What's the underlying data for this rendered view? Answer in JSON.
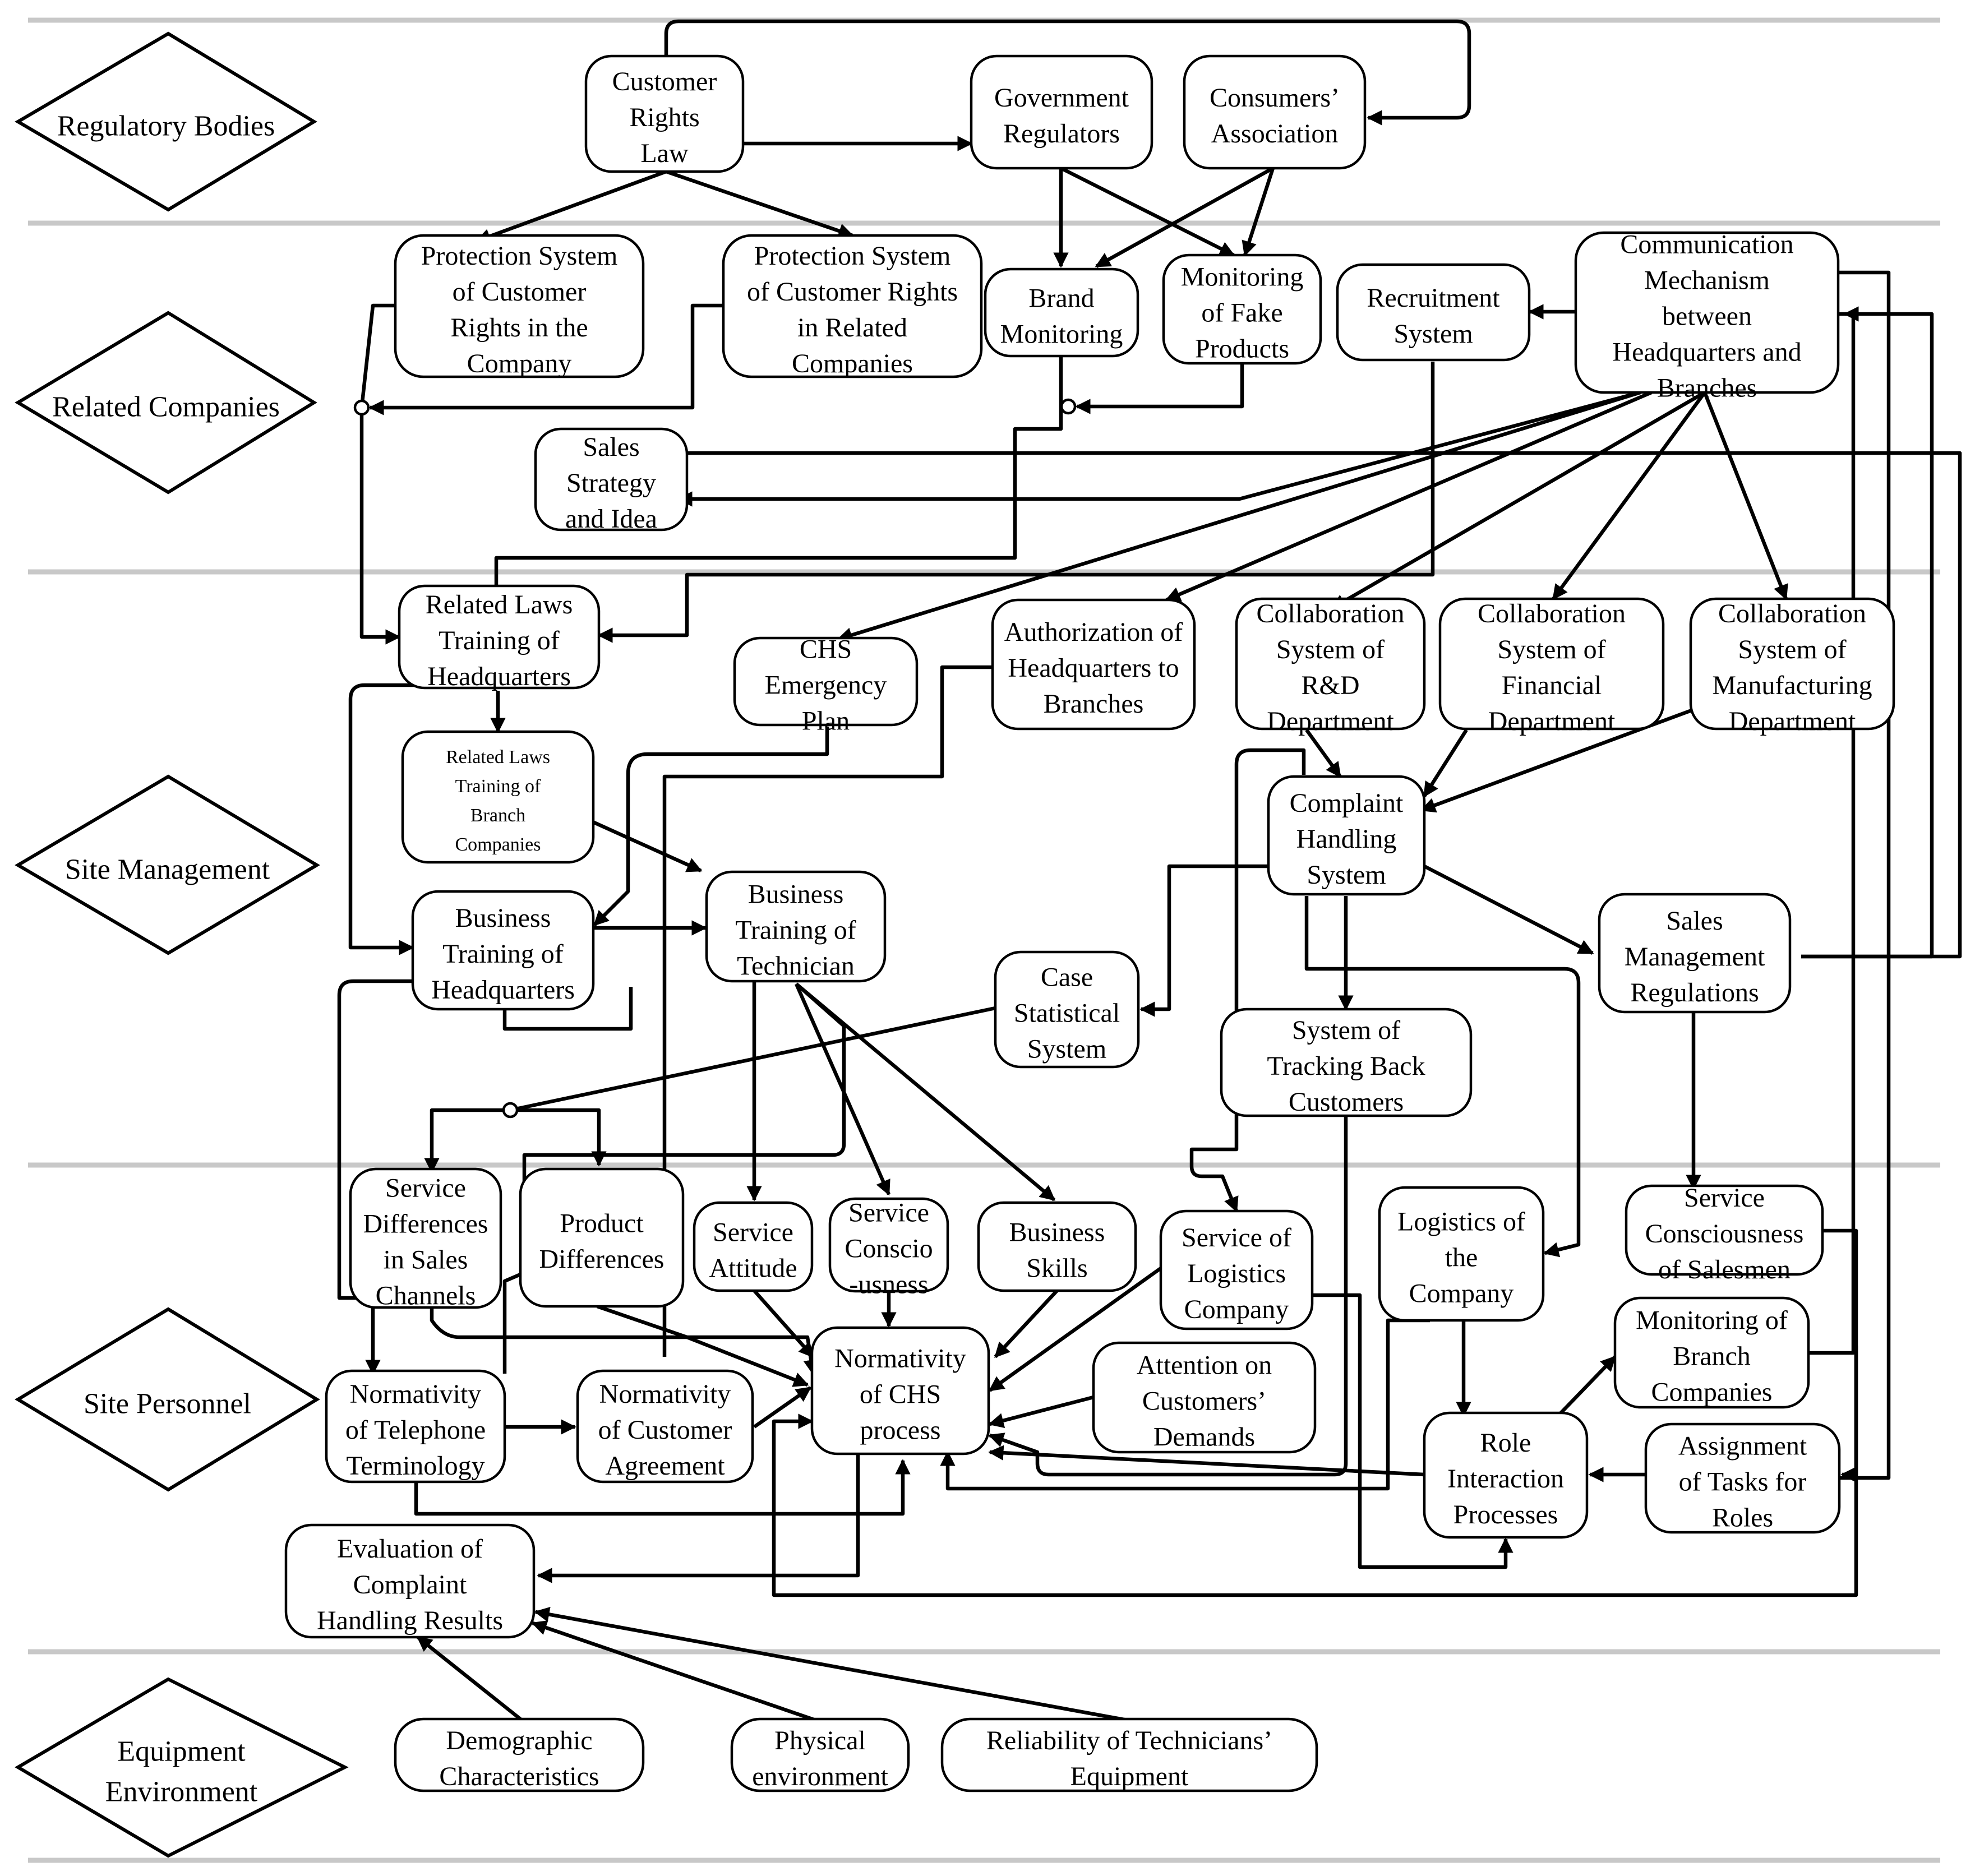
{
  "lanes": [
    {
      "id": "regulatory",
      "lines": [
        "Regulatory Bodies"
      ]
    },
    {
      "id": "related",
      "lines": [
        "Related Companies"
      ]
    },
    {
      "id": "site-management",
      "lines": [
        "Site Management"
      ]
    },
    {
      "id": "site-personnel",
      "lines": [
        "Site Personnel"
      ]
    },
    {
      "id": "equipment",
      "lines": [
        "Equipment",
        "Environment"
      ]
    }
  ],
  "nodes": [
    {
      "id": "customer-rights-law",
      "lines": [
        "Customer",
        "Rights",
        "Law"
      ]
    },
    {
      "id": "government-regulators",
      "lines": [
        "Government",
        "Regulators"
      ]
    },
    {
      "id": "consumers-association",
      "lines": [
        "Consumers’",
        "Association"
      ]
    },
    {
      "id": "protection-company",
      "lines": [
        "Protection System",
        "of Customer",
        "Rights in the",
        "Company"
      ]
    },
    {
      "id": "protection-related",
      "lines": [
        "Protection System",
        "of Customer Rights",
        "in Related",
        "Companies"
      ]
    },
    {
      "id": "brand-monitoring",
      "lines": [
        "Brand",
        "Monitoring"
      ]
    },
    {
      "id": "monitoring-fake",
      "lines": [
        "Monitoring",
        "of Fake",
        "Products"
      ]
    },
    {
      "id": "recruitment",
      "lines": [
        "Recruitment",
        "System"
      ]
    },
    {
      "id": "communication-mechanism",
      "lines": [
        "Communication",
        "Mechanism",
        "between",
        "Headquarters and",
        "Branches"
      ]
    },
    {
      "id": "sales-strategy",
      "lines": [
        "Sales",
        "Strategy",
        "and Idea"
      ]
    },
    {
      "id": "laws-training-hq",
      "lines": [
        "Related Laws",
        "Training of",
        "Headquarters"
      ]
    },
    {
      "id": "chs-emergency",
      "lines": [
        "CHS",
        "Emergency",
        "Plan"
      ]
    },
    {
      "id": "authorization",
      "lines": [
        "Authorization of",
        "Headquarters to",
        "Branches"
      ]
    },
    {
      "id": "collab-rd",
      "lines": [
        "Collaboration",
        "System of",
        "R&D",
        "Department"
      ]
    },
    {
      "id": "collab-financial",
      "lines": [
        "Collaboration",
        "System of",
        "Financial",
        "Department"
      ]
    },
    {
      "id": "collab-manufacturing",
      "lines": [
        "Collaboration",
        "System of",
        "Manufacturing",
        "Department"
      ]
    },
    {
      "id": "laws-training-branch",
      "lines": [
        "Related Laws",
        "Training of",
        "Branch",
        "Companies"
      ]
    },
    {
      "id": "complaint-handling",
      "lines": [
        "Complaint",
        "Handling",
        "System"
      ]
    },
    {
      "id": "business-training-hq",
      "lines": [
        "Business",
        "Training of",
        "Headquarters"
      ]
    },
    {
      "id": "business-training-tech",
      "lines": [
        "Business",
        "Training of",
        "Technician"
      ]
    },
    {
      "id": "sales-management",
      "lines": [
        "Sales",
        "Management",
        "Regulations"
      ]
    },
    {
      "id": "case-statistical",
      "lines": [
        "Case",
        "Statistical",
        "System"
      ]
    },
    {
      "id": "tracking-back",
      "lines": [
        "System of",
        "Tracking Back",
        "Customers"
      ]
    },
    {
      "id": "service-differences",
      "lines": [
        "Service",
        "Differences",
        "in Sales",
        "Channels"
      ]
    },
    {
      "id": "product-differences",
      "lines": [
        "Product",
        "Differences"
      ]
    },
    {
      "id": "service-attitude",
      "lines": [
        "Service",
        "Attitude"
      ]
    },
    {
      "id": "service-consciousness",
      "lines": [
        "Service",
        "Conscio",
        "-usness"
      ]
    },
    {
      "id": "business-skills",
      "lines": [
        "Business",
        "Skills"
      ]
    },
    {
      "id": "service-logistics",
      "lines": [
        "Service of",
        "Logistics",
        "Company"
      ]
    },
    {
      "id": "logistics-company",
      "lines": [
        "Logistics of",
        "the",
        "Company"
      ]
    },
    {
      "id": "service-salesmen",
      "lines": [
        "Service",
        "Consciousness",
        "of Salesmen"
      ]
    },
    {
      "id": "monitoring-branch",
      "lines": [
        "Monitoring of",
        "Branch",
        "Companies"
      ]
    },
    {
      "id": "normativity-telephone",
      "lines": [
        "Normativity",
        "of Telephone",
        "Terminology"
      ]
    },
    {
      "id": "normativity-agreement",
      "lines": [
        "Normativity",
        "of Customer",
        "Agreement"
      ]
    },
    {
      "id": "normativity-chs",
      "lines": [
        "Normativity",
        "of CHS",
        "process"
      ]
    },
    {
      "id": "attention-demands",
      "lines": [
        "Attention on",
        "Customers’",
        "Demands"
      ]
    },
    {
      "id": "role-interaction",
      "lines": [
        "Role",
        "Interaction",
        "Processes"
      ]
    },
    {
      "id": "assignment-tasks",
      "lines": [
        "Assignment",
        "of Tasks for",
        "Roles"
      ]
    },
    {
      "id": "evaluation",
      "lines": [
        "Evaluation of",
        "Complaint",
        "Handling Results"
      ]
    },
    {
      "id": "demographic",
      "lines": [
        "Demographic",
        "Characteristics"
      ]
    },
    {
      "id": "physical-env",
      "lines": [
        "Physical",
        "environment"
      ]
    },
    {
      "id": "reliability",
      "lines": [
        "Reliability of Technicians’",
        "Equipment"
      ]
    }
  ]
}
